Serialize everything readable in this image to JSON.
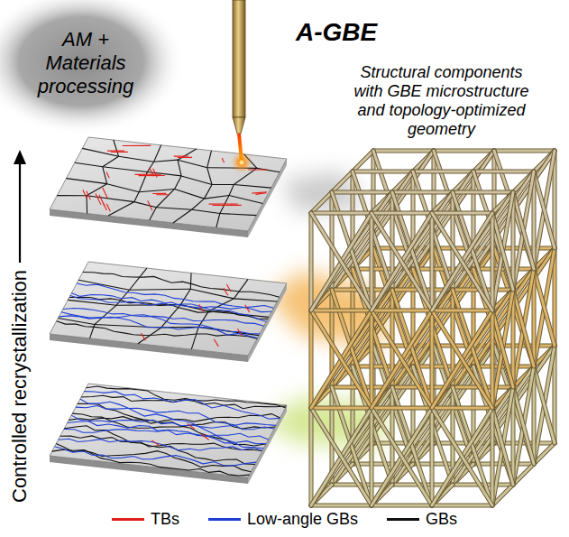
{
  "diagram": {
    "title": "A-GBE",
    "nodes": [
      {
        "text": [
          "AM + Materials processing"
        ]
      }
    ],
    "labels": [
      "Controlled recrystallization",
      "Structural components with GBE microstructure and topology-optimized geometry"
    ],
    "legend": [
      {
        "text": "TBs"
      },
      {
        "text": "Low-angle GBs"
      },
      {
        "text": "GBs"
      }
    ]
  }
}
